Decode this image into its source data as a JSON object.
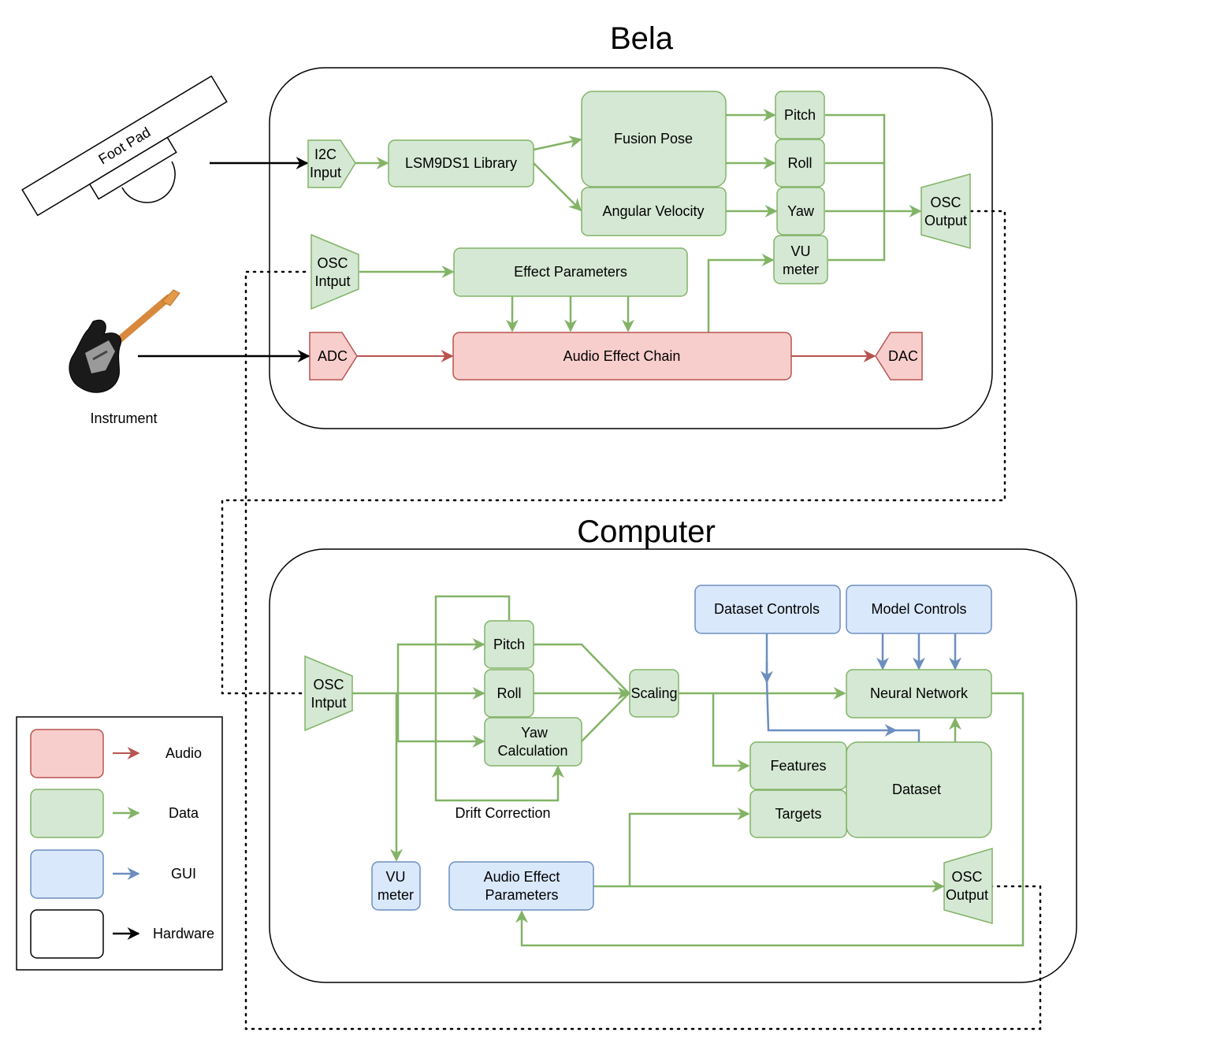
{
  "bela": {
    "title": "Bela",
    "footpad": "Foot Pad",
    "instrument": "Instrument",
    "i2c_input": [
      "I2C",
      "Input"
    ],
    "lsm9ds1": "LSM9DS1 Library",
    "fusion_pose": "Fusion Pose",
    "angular_velocity": "Angular Velocity",
    "pitch": "Pitch",
    "roll": "Roll",
    "yaw": "Yaw",
    "vu_meter": [
      "VU",
      "meter"
    ],
    "osc_output": [
      "OSC",
      "Output"
    ],
    "osc_input": [
      "OSC",
      "Intput"
    ],
    "effect_parameters": "Effect Parameters",
    "adc": "ADC",
    "audio_effect_chain": "Audio Effect Chain",
    "dac": "DAC"
  },
  "computer": {
    "title": "Computer",
    "osc_input": [
      "OSC",
      "Intput"
    ],
    "pitch": "Pitch",
    "roll": "Roll",
    "yaw_calc": [
      "Yaw",
      "Calculation"
    ],
    "drift_correction": "Drift Correction",
    "scaling": "Scaling",
    "dataset_controls": "Dataset Controls",
    "model_controls": "Model Controls",
    "neural_network": "Neural Network",
    "features": "Features",
    "targets": "Targets",
    "dataset": "Dataset",
    "vu_meter": [
      "VU",
      "meter"
    ],
    "audio_effect_params": [
      "Audio Effect",
      "Parameters"
    ],
    "osc_output": [
      "OSC",
      "Output"
    ]
  },
  "legend": [
    {
      "label": "Audio",
      "color": "#b85450"
    },
    {
      "label": "Data",
      "color": "#82b366"
    },
    {
      "label": "GUI",
      "color": "#6c8ebf"
    },
    {
      "label": "Hardware",
      "color": "#000000"
    }
  ],
  "colors": {
    "audio_fill": "#f8cecc",
    "data_fill": "#d5e8d4",
    "gui_fill": "#dae8fc",
    "hardware_fill": "#ffffff"
  }
}
